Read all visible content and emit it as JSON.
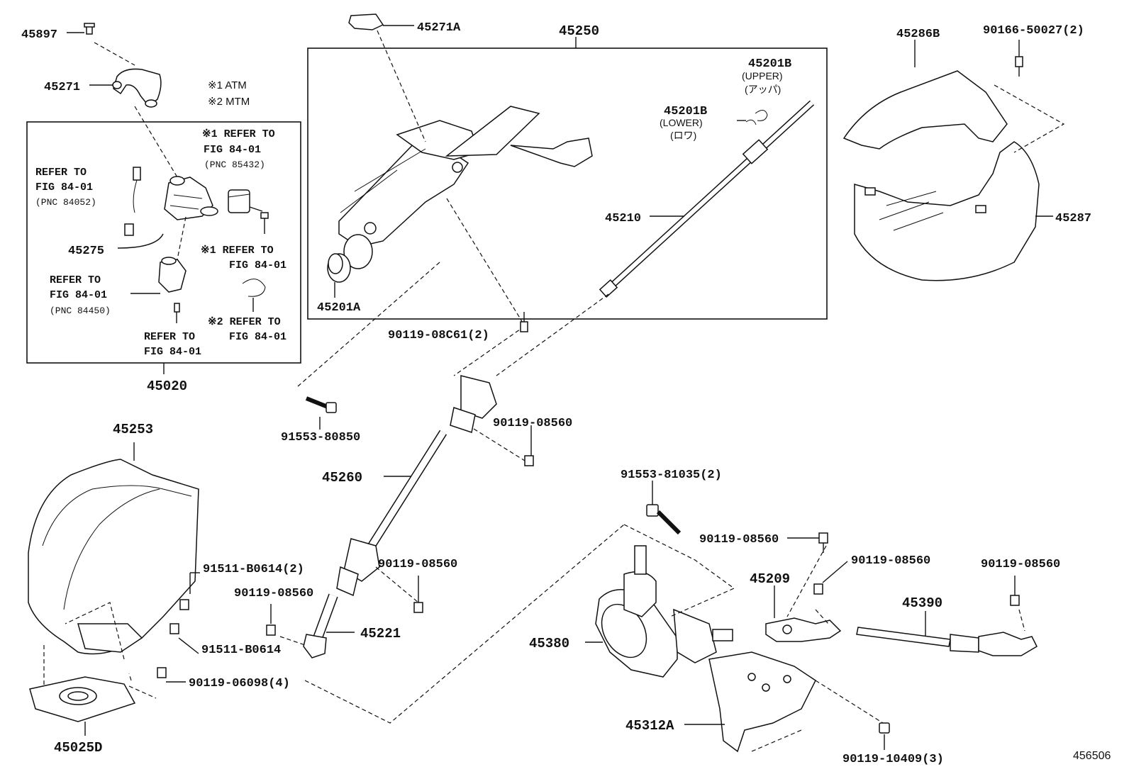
{
  "notes": {
    "atm": "※1 ATM",
    "mtm": "※2 MTM"
  },
  "parts": {
    "p45897": "45897",
    "p45271": "45271",
    "p45271A": "45271A",
    "p45250": "45250",
    "p45201B": "45201B",
    "p45201B_upper": "(UPPER)",
    "p45201B_upper_jp": "(アッパ)",
    "p45201B_lower": "45201B",
    "p45201B_lower_en": "(LOWER)",
    "p45201B_lower_jp": "(ロワ)",
    "p45286B": "45286B",
    "p90166": "90166-50027(2)",
    "p45287": "45287",
    "p45210": "45210",
    "p45201A": "45201A",
    "p45275": "45275",
    "p45020": "45020",
    "p90119_08C61": "90119-08C61(2)",
    "p91553_80850": "91553-80850",
    "p90119_08560_a": "90119-08560",
    "p45260": "45260",
    "p45253": "45253",
    "p90119_08560_b": "90119-08560",
    "p90119_08560_c": "90119-08560",
    "p45221": "45221",
    "p91511_B0614_2": "91511-B0614(2)",
    "p91511_B0614": "91511-B0614",
    "p90119_06098": "90119-06098(4)",
    "p45025D": "45025D",
    "p91553_81035": "91553-81035(2)",
    "p90119_08560_d": "90119-08560",
    "p90119_08560_e": "90119-08560",
    "p90119_08560_f": "90119-08560",
    "p45209": "45209",
    "p45390": "45390",
    "p45380": "45380",
    "p45312A": "45312A",
    "p90119_10409": "90119-10409(3)",
    "figure_no": "456506"
  },
  "refs": {
    "r1_a": "※1 REFER TO",
    "r1_b": "FIG 84-01",
    "r1_c": "(PNC 85432)",
    "r2_a": "REFER TO",
    "r2_b": "FIG 84-01",
    "r2_c": "(PNC 84052)",
    "r3_a": "※1  REFER TO",
    "r3_b": "FIG 84-01",
    "r4_a": "REFER TO",
    "r4_b": "FIG 84-01",
    "r4_c": "(PNC 84450)",
    "r5_a": "※2 REFER TO",
    "r5_b": "FIG 84-01",
    "r6_a": "REFER TO",
    "r6_b": "FIG 84-01"
  },
  "icons": [
    "bolt-icon",
    "clamp-icon",
    "column-icon",
    "shaft-icon",
    "cover-icon",
    "gearbox-icon",
    "bracket-icon"
  ]
}
